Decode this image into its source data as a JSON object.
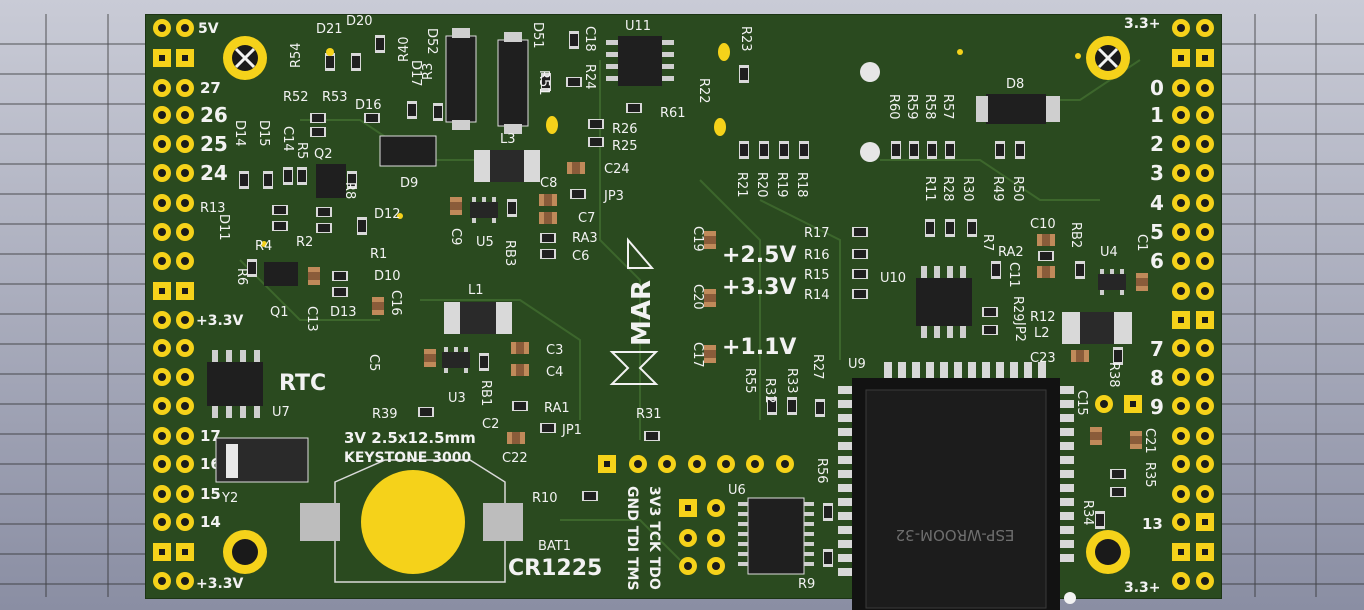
{
  "board": {
    "colors": {
      "soldermask": "#2a4a1f",
      "pad": "#f5d21a",
      "silk": "#f2f2f2",
      "chip": "#2b2b2b"
    },
    "left_header": {
      "top_label": "5V",
      "bottom_label": "+3.3V",
      "mid_label": "+3.3V",
      "pin_numbers": [
        "27",
        "26",
        "25",
        "24",
        "17",
        "16",
        "15",
        "14"
      ]
    },
    "right_header": {
      "top_label": "3.3+",
      "bottom_label": "3.3+",
      "pin_numbers": [
        "0",
        "1",
        "2",
        "3",
        "4",
        "5",
        "6",
        "7",
        "8",
        "9",
        "13"
      ]
    },
    "voltage_labels": [
      "+2.5V",
      "+3.3V",
      "+1.1V"
    ],
    "rtc_label": "RTC",
    "battery": {
      "line1": "3V 2.5x12.5mm",
      "line2": "KEYSTONE 3000",
      "ref": "BAT1",
      "part": "CR1225"
    },
    "jtag_labels": [
      "3V3 TCK TDO",
      "GND TDI TMS"
    ],
    "module_label": "ESP-WROOM-32",
    "logo_text": "MAR",
    "refs": {
      "D21": "D21",
      "D20": "D20",
      "R54": "R54",
      "R40": "R40",
      "D52": "D52",
      "D51": "D51",
      "C18": "C18",
      "R24": "R24",
      "U11": "U11",
      "R23": "R23",
      "R22": "R22",
      "R52": "R52",
      "R53": "R53",
      "D16": "D16",
      "D17": "D17",
      "R3": "R3",
      "R51": "R51",
      "R61": "R61",
      "R26": "R26",
      "R25": "R25",
      "L3": "L3",
      "D14": "D14",
      "D15": "D15",
      "C14": "C14",
      "R5": "R5",
      "Q2": "Q2",
      "D9": "D9",
      "C24": "C24",
      "C8": "C8",
      "JP3": "JP3",
      "R13": "R13",
      "D11": "D11",
      "R8": "R8",
      "D12": "D12",
      "R1": "R1",
      "R4": "R4",
      "R2": "R2",
      "C9": "C9",
      "U5": "U5",
      "RB3": "RB3",
      "C7": "C7",
      "RA3": "RA3",
      "C6": "C6",
      "R6": "R6",
      "Q1": "Q1",
      "C13": "C13",
      "D10": "D10",
      "D13": "D13",
      "C16": "C16",
      "L1": "L1",
      "C5": "C5",
      "U3": "U3",
      "RB1": "RB1",
      "C3": "C3",
      "C4": "C4",
      "RA1": "RA1",
      "R39": "R39",
      "C2": "C2",
      "JP1": "JP1",
      "C22": "C22",
      "U7": "U7",
      "Y2": "Y2",
      "R31": "R31",
      "R10": "R10",
      "U6": "U6",
      "R9": "R9",
      "C19": "C19",
      "C20": "C20",
      "C17": "C17",
      "R21": "R21",
      "R20": "R20",
      "R19": "R19",
      "R18": "R18",
      "R17": "R17",
      "R16": "R16",
      "R15": "R15",
      "R14": "R14",
      "U10": "U10",
      "R55": "R55",
      "R32": "R32",
      "R33": "R33",
      "R27": "R27",
      "U9": "U9",
      "R56": "R56",
      "D8": "D8",
      "R60": "R60",
      "R59": "R59",
      "R58": "R58",
      "R57": "R57",
      "R11": "R11",
      "R28": "R28",
      "R30": "R30",
      "R49": "R49",
      "R50": "R50",
      "C10": "C10",
      "R7": "R7",
      "RA2": "RA2",
      "RB2": "RB2",
      "U4": "U4",
      "C1": "C1",
      "C11": "C11",
      "R29": "R29",
      "R12": "R12",
      "L2": "L2",
      "JP2": "JP2",
      "C23": "C23",
      "R38": "R38",
      "C15": "C15",
      "C21": "C21",
      "R35": "R35",
      "R34": "R34"
    }
  }
}
